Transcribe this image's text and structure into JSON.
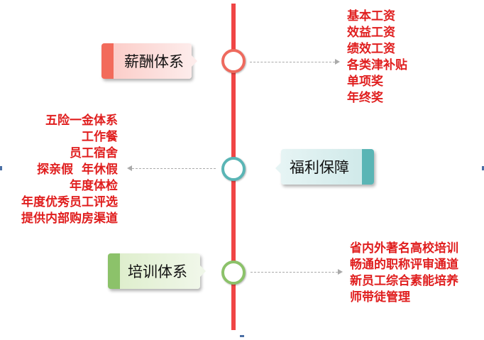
{
  "colors": {
    "line": "#f04545",
    "salary": "#f26b5b",
    "welfare": "#5ab5b5",
    "training": "#8cc26a",
    "text": "#e01e1e"
  },
  "salary": {
    "title": "薪酬体系",
    "items": [
      "基本工资",
      "效益工资",
      "绩效工资",
      "各类津补贴",
      "单项奖",
      "年终奖"
    ]
  },
  "welfare": {
    "title": "福利保障",
    "items": [
      "五险一金体系",
      "工作餐",
      "员工宿舍",
      "探亲假  年休假",
      "年度体检",
      "年度优秀员工评选",
      "提供内部购房渠道"
    ]
  },
  "training": {
    "title": "培训体系",
    "items": [
      "省内外著名高校培训",
      "畅通的职称评审通道",
      "新员工综合素能培养",
      "师带徒管理"
    ]
  }
}
